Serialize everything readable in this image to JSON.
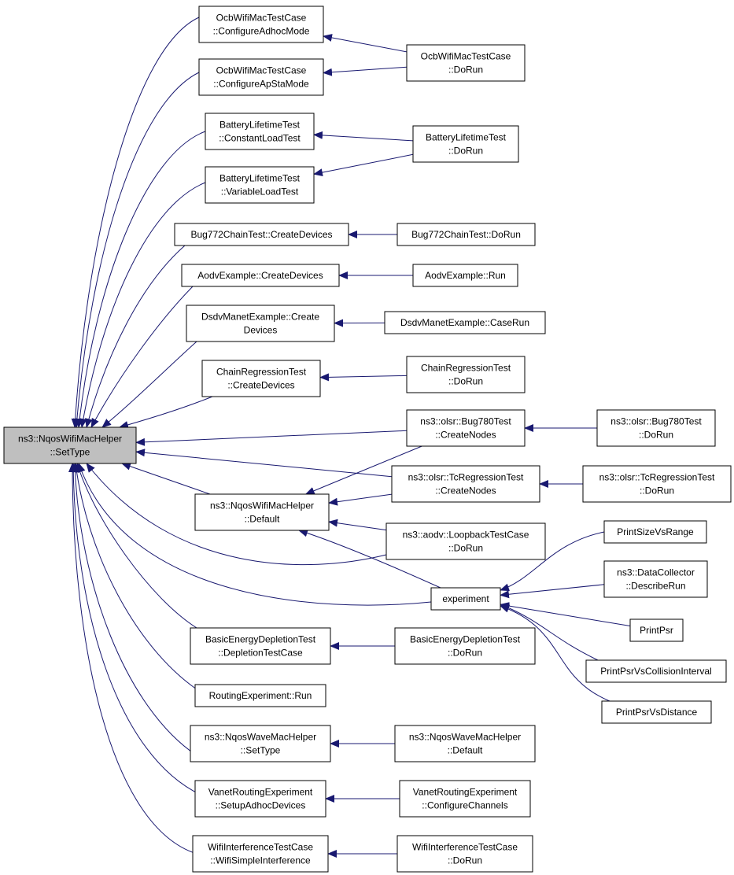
{
  "colors": {
    "edge": "#191970",
    "focus_fill": "#bfbfbf",
    "node_border": "#000000"
  },
  "nodes": {
    "n0": [
      "ns3::NqosWifiMacHelper",
      "::SetType"
    ],
    "n1": [
      "OcbWifiMacTestCase",
      "::ConfigureAdhocMode"
    ],
    "n2": [
      "OcbWifiMacTestCase",
      "::DoRun"
    ],
    "n3": [
      "OcbWifiMacTestCase",
      "::ConfigureApStaMode"
    ],
    "n4": [
      "BatteryLifetimeTest",
      "::ConstantLoadTest"
    ],
    "n5": [
      "BatteryLifetimeTest",
      "::DoRun"
    ],
    "n6": [
      "BatteryLifetimeTest",
      "::VariableLoadTest"
    ],
    "n7": [
      "Bug772ChainTest::CreateDevices"
    ],
    "n8": [
      "Bug772ChainTest::DoRun"
    ],
    "n9": [
      "AodvExample::CreateDevices"
    ],
    "n10": [
      "AodvExample::Run"
    ],
    "n11": [
      "DsdvManetExample::Create",
      "Devices"
    ],
    "n12": [
      "DsdvManetExample::CaseRun"
    ],
    "n13": [
      "ChainRegressionTest",
      "::CreateDevices"
    ],
    "n14": [
      "ChainRegressionTest",
      "::DoRun"
    ],
    "n15": [
      "ns3::olsr::Bug780Test",
      "::CreateNodes"
    ],
    "n16": [
      "ns3::olsr::Bug780Test",
      "::DoRun"
    ],
    "n17": [
      "ns3::NqosWifiMacHelper",
      "::Default"
    ],
    "n18": [
      "ns3::olsr::TcRegressionTest",
      "::CreateNodes"
    ],
    "n19": [
      "ns3::olsr::TcRegressionTest",
      "::DoRun"
    ],
    "n20": [
      "ns3::aodv::LoopbackTestCase",
      "::DoRun"
    ],
    "n21": [
      "experiment"
    ],
    "n22": [
      "PrintSizeVsRange"
    ],
    "n23": [
      "ns3::DataCollector",
      "::DescribeRun"
    ],
    "n24": [
      "PrintPsr"
    ],
    "n25": [
      "PrintPsrVsCollisionInterval"
    ],
    "n26": [
      "PrintPsrVsDistance"
    ],
    "n27": [
      "BasicEnergyDepletionTest",
      "::DepletionTestCase"
    ],
    "n28": [
      "BasicEnergyDepletionTest",
      "::DoRun"
    ],
    "n29": [
      "RoutingExperiment::Run"
    ],
    "n30": [
      "ns3::NqosWaveMacHelper",
      "::SetType"
    ],
    "n31": [
      "ns3::NqosWaveMacHelper",
      "::Default"
    ],
    "n32": [
      "VanetRoutingExperiment",
      "::SetupAdhocDevices"
    ],
    "n33": [
      "VanetRoutingExperiment",
      "::ConfigureChannels"
    ],
    "n34": [
      "WifiInterferenceTestCase",
      "::WifiSimpleInterference"
    ],
    "n35": [
      "WifiInterferenceTestCase",
      "::DoRun"
    ]
  },
  "edges": [
    [
      "n1",
      "n0"
    ],
    [
      "n3",
      "n0"
    ],
    [
      "n4",
      "n0"
    ],
    [
      "n6",
      "n0"
    ],
    [
      "n7",
      "n0"
    ],
    [
      "n9",
      "n0"
    ],
    [
      "n11",
      "n0"
    ],
    [
      "n13",
      "n0"
    ],
    [
      "n15",
      "n0"
    ],
    [
      "n17",
      "n0"
    ],
    [
      "n18",
      "n0"
    ],
    [
      "n20",
      "n0"
    ],
    [
      "n21",
      "n0"
    ],
    [
      "n27",
      "n0"
    ],
    [
      "n29",
      "n0"
    ],
    [
      "n30",
      "n0"
    ],
    [
      "n32",
      "n0"
    ],
    [
      "n34",
      "n0"
    ],
    [
      "n2",
      "n1"
    ],
    [
      "n2",
      "n3"
    ],
    [
      "n5",
      "n4"
    ],
    [
      "n5",
      "n6"
    ],
    [
      "n8",
      "n7"
    ],
    [
      "n10",
      "n9"
    ],
    [
      "n12",
      "n11"
    ],
    [
      "n14",
      "n13"
    ],
    [
      "n16",
      "n15"
    ],
    [
      "n15",
      "n17"
    ],
    [
      "n18",
      "n17"
    ],
    [
      "n20",
      "n17"
    ],
    [
      "n21",
      "n17"
    ],
    [
      "n19",
      "n18"
    ],
    [
      "n22",
      "n21"
    ],
    [
      "n23",
      "n21"
    ],
    [
      "n24",
      "n21"
    ],
    [
      "n25",
      "n21"
    ],
    [
      "n26",
      "n21"
    ],
    [
      "n28",
      "n27"
    ],
    [
      "n31",
      "n30"
    ],
    [
      "n33",
      "n32"
    ],
    [
      "n35",
      "n34"
    ]
  ]
}
